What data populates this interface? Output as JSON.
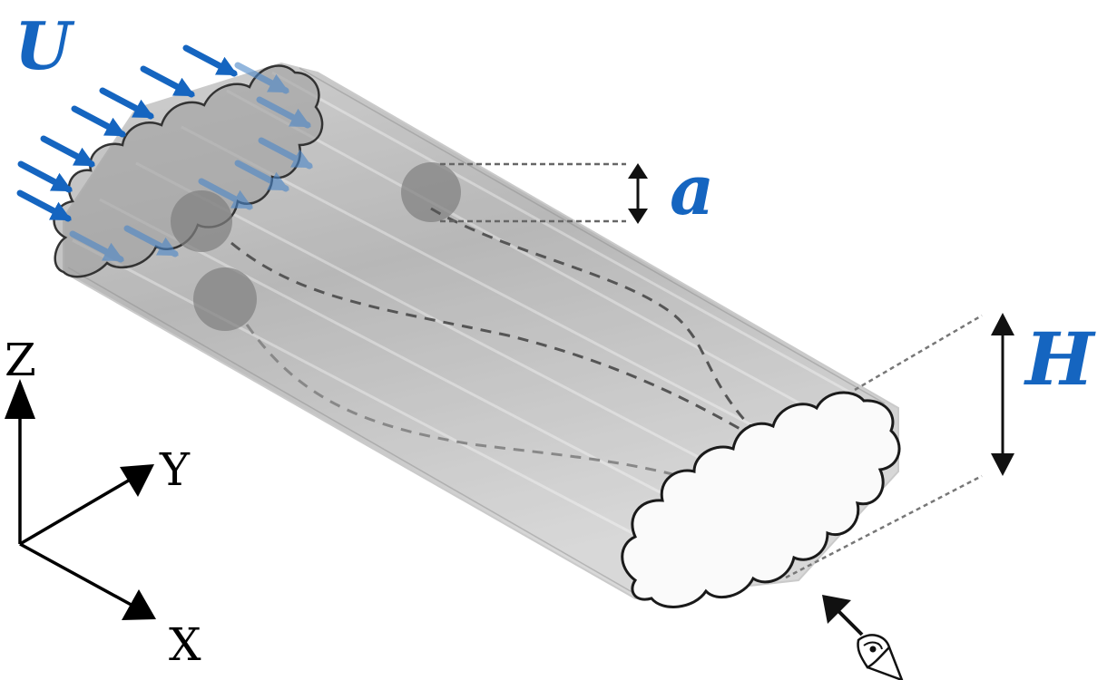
{
  "labels": {
    "flow_velocity": "U",
    "particle_size": "a",
    "height": "H",
    "axis_z": "Z",
    "axis_y": "Y",
    "axis_x": "X"
  },
  "icons": {
    "viewer": "eye-icon",
    "flow": "arrow-icon"
  },
  "colors": {
    "flow_arrows": "#1565c0",
    "labels_accent": "#1565c0",
    "channel_fill": "#9a9a9a",
    "particles": "#7f7f7f",
    "trajectories": "#555555"
  }
}
